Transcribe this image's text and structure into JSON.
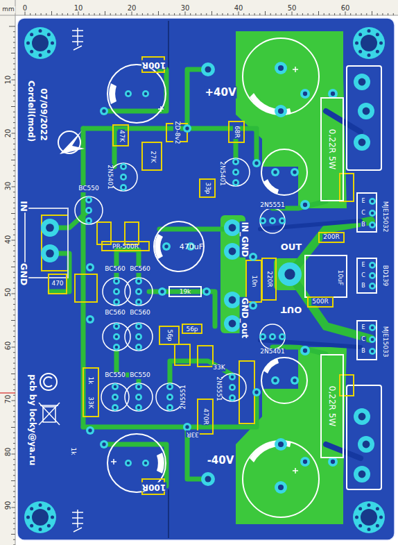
{
  "diagram": {
    "nodes": [
      {
        "text": [
          "0,22R 5W"
        ]
      },
      {
        "text": [
          "0,22R 5W"
        ]
      },
      {
        "text": [
          "470uF"
        ]
      },
      {
        "text": [
          "19k"
        ]
      },
      {
        "text": [
          "PR-500R"
        ]
      },
      {
        "text": [
          "56p"
        ]
      }
    ],
    "labels": [
      "mm",
      "0",
      "10",
      "20",
      "30",
      "40",
      "50",
      "60",
      "10",
      "20",
      "30",
      "40",
      "50",
      "60",
      "70",
      "80",
      "90",
      "Cordell(mod)",
      "07/09/2022",
      "pcb by locky@ya.ru",
      "+40V",
      "-40V",
      "IN",
      "GND",
      "IN_GND",
      "OUT",
      "GND_out",
      "OUT",
      "BC550",
      "BC560",
      "BC560",
      "BC560",
      "BC560",
      "BC550",
      "BC550",
      "2N5401",
      "2N5401",
      "2N5551",
      "2N5401",
      "2N5551",
      "2N5551",
      "MJE15032",
      "MJE15033",
      "BD139",
      "100R",
      "100R",
      "47K",
      "ZD-8v2",
      "33p",
      "68R",
      "27K",
      "1k",
      "33K",
      "1k",
      "470R",
      "33R",
      "33K",
      "470",
      "10n",
      "220R",
      "200R",
      "500R",
      "10uF",
      "E",
      "C",
      "B",
      "E",
      "C",
      "B",
      "E",
      "C",
      "B",
      "56p"
    ]
  }
}
